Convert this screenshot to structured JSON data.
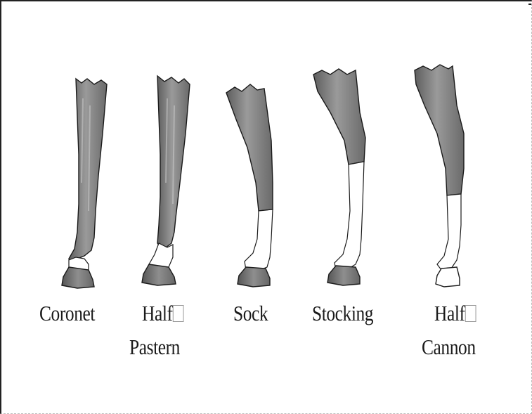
{
  "labels": {
    "coronet": "Coronet",
    "half_pastern_1": "Half",
    "half_pastern_2": "Pastern",
    "sock": "Sock",
    "stocking": "Stocking",
    "half_cannon_1": "Half",
    "half_cannon_2": "Cannon"
  },
  "colors": {
    "coat": "#8a8a8a",
    "coat_dark": "#6e6e6e",
    "white_marking": "#ffffff",
    "hoof": "#7a7a7a",
    "outline": "#1a1a1a"
  }
}
